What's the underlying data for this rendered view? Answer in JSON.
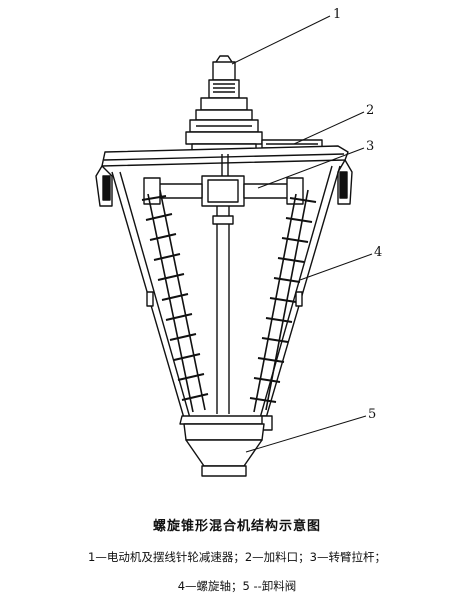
{
  "diagram": {
    "callouts": [
      {
        "label": "1"
      },
      {
        "label": "2"
      },
      {
        "label": "3"
      },
      {
        "label": "4"
      },
      {
        "label": "5"
      }
    ]
  },
  "caption": {
    "title": "螺旋锥形混合机结构示意图",
    "legend_line1": "1—电动机及摆线针轮减速器；2—加料口；3—转臂拉杆；",
    "legend_line2": "4—螺旋轴；5 --卸料阀"
  }
}
